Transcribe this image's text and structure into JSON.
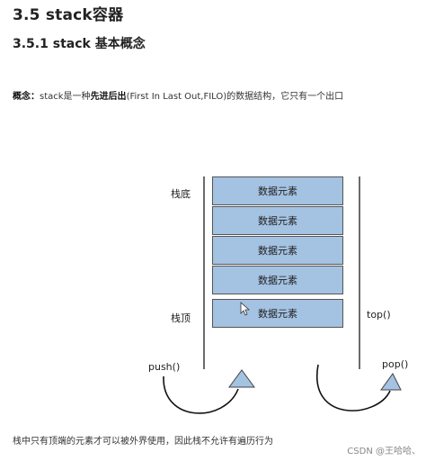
{
  "heading": "3.5 stack容器",
  "subheading": "3.5.1 stack 基本概念",
  "intro": {
    "label": "概念：",
    "part1": "stack是一种",
    "bold": "先进后出",
    "part2": "(First In Last Out,FILO)的数据结构，它只有一个出口"
  },
  "diagram": {
    "label_bottom": "栈底",
    "label_top": "栈顶",
    "cells": [
      "数据元素",
      "数据元素",
      "数据元素",
      "数据元素",
      "数据元素"
    ],
    "op_top": "top()",
    "op_push": "push()",
    "op_pop": "pop()"
  },
  "caption": "栈中只有顶端的元素才可以被外界使用，因此栈不允许有遍历行为",
  "watermark": "CSDN @王哈哈、"
}
